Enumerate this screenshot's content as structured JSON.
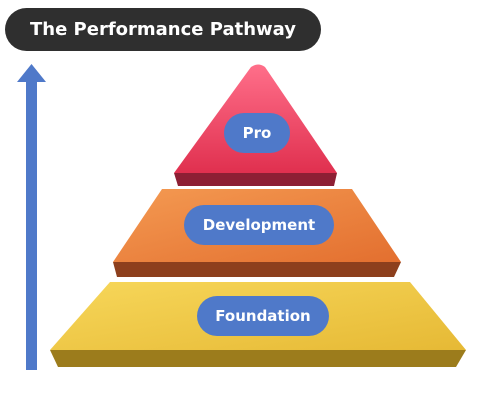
{
  "title": "The Performance Pathway",
  "tiers": [
    {
      "label": "Pro",
      "color": "#e23a5c"
    },
    {
      "label": "Development",
      "color": "#e87a36"
    },
    {
      "label": "Foundation",
      "color": "#f0c43e"
    }
  ],
  "arrow": {
    "direction": "up",
    "color": "#4f79c9"
  },
  "label_pill_color": "#4f79c9"
}
